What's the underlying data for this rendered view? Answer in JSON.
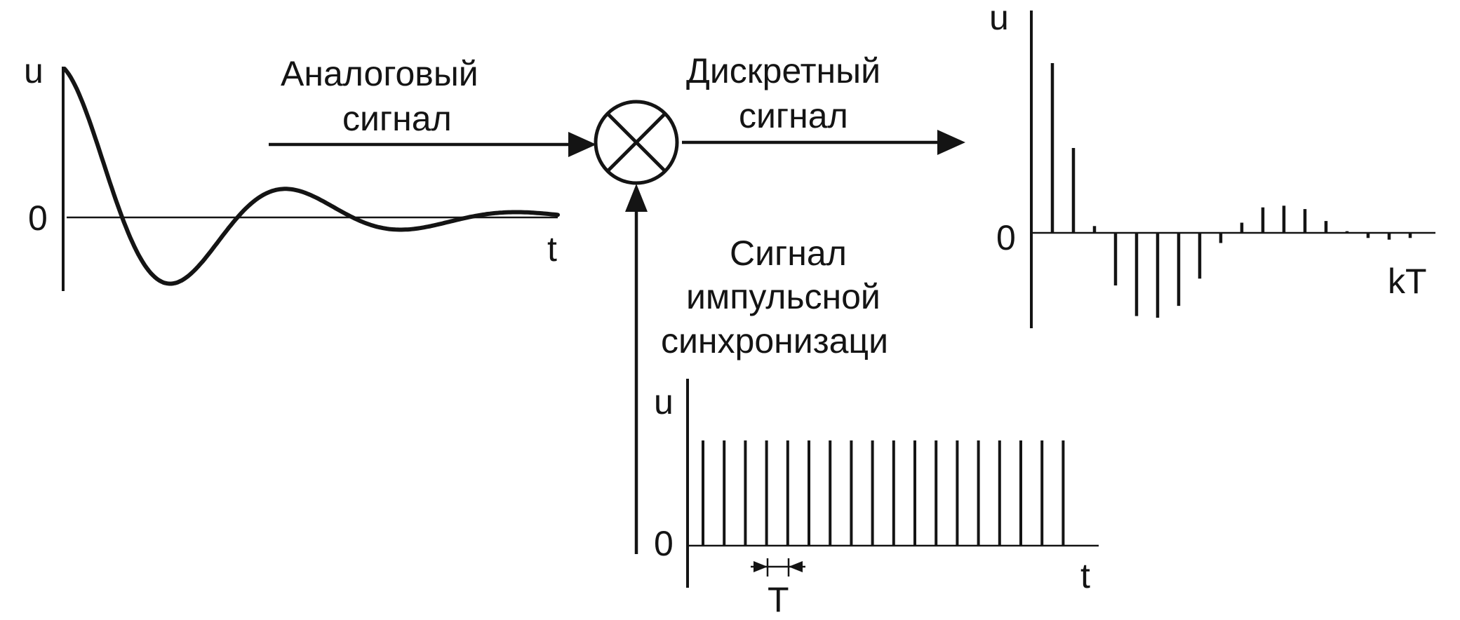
{
  "analog_plot": {
    "y_axis": "u",
    "zero": "0",
    "x_axis": "t"
  },
  "analog_label": {
    "line1": "Аналоговый",
    "line2": "сигнал"
  },
  "discrete_label": {
    "line1": "Дискретный",
    "line2": "сигнал"
  },
  "sync_label": {
    "line1": "Сигнал",
    "line2": "импульсной",
    "line3": "синхронизаци"
  },
  "discrete_plot": {
    "y_axis": "u",
    "zero": "0",
    "x_axis": "kT"
  },
  "pulse_plot": {
    "y_axis": "u",
    "zero": "0",
    "x_axis": "t",
    "period": "T",
    "pulse_count": 18
  },
  "discrete_samples": [
    1.0,
    0.5,
    0.04,
    -0.31,
    -0.49,
    -0.5,
    -0.43,
    -0.27,
    -0.06,
    0.06,
    0.15,
    0.16,
    0.14,
    0.07,
    0.01,
    -0.03,
    -0.04,
    -0.03
  ],
  "analog_curve": {
    "damping": 0.42,
    "period_in_samples": 7.3
  }
}
